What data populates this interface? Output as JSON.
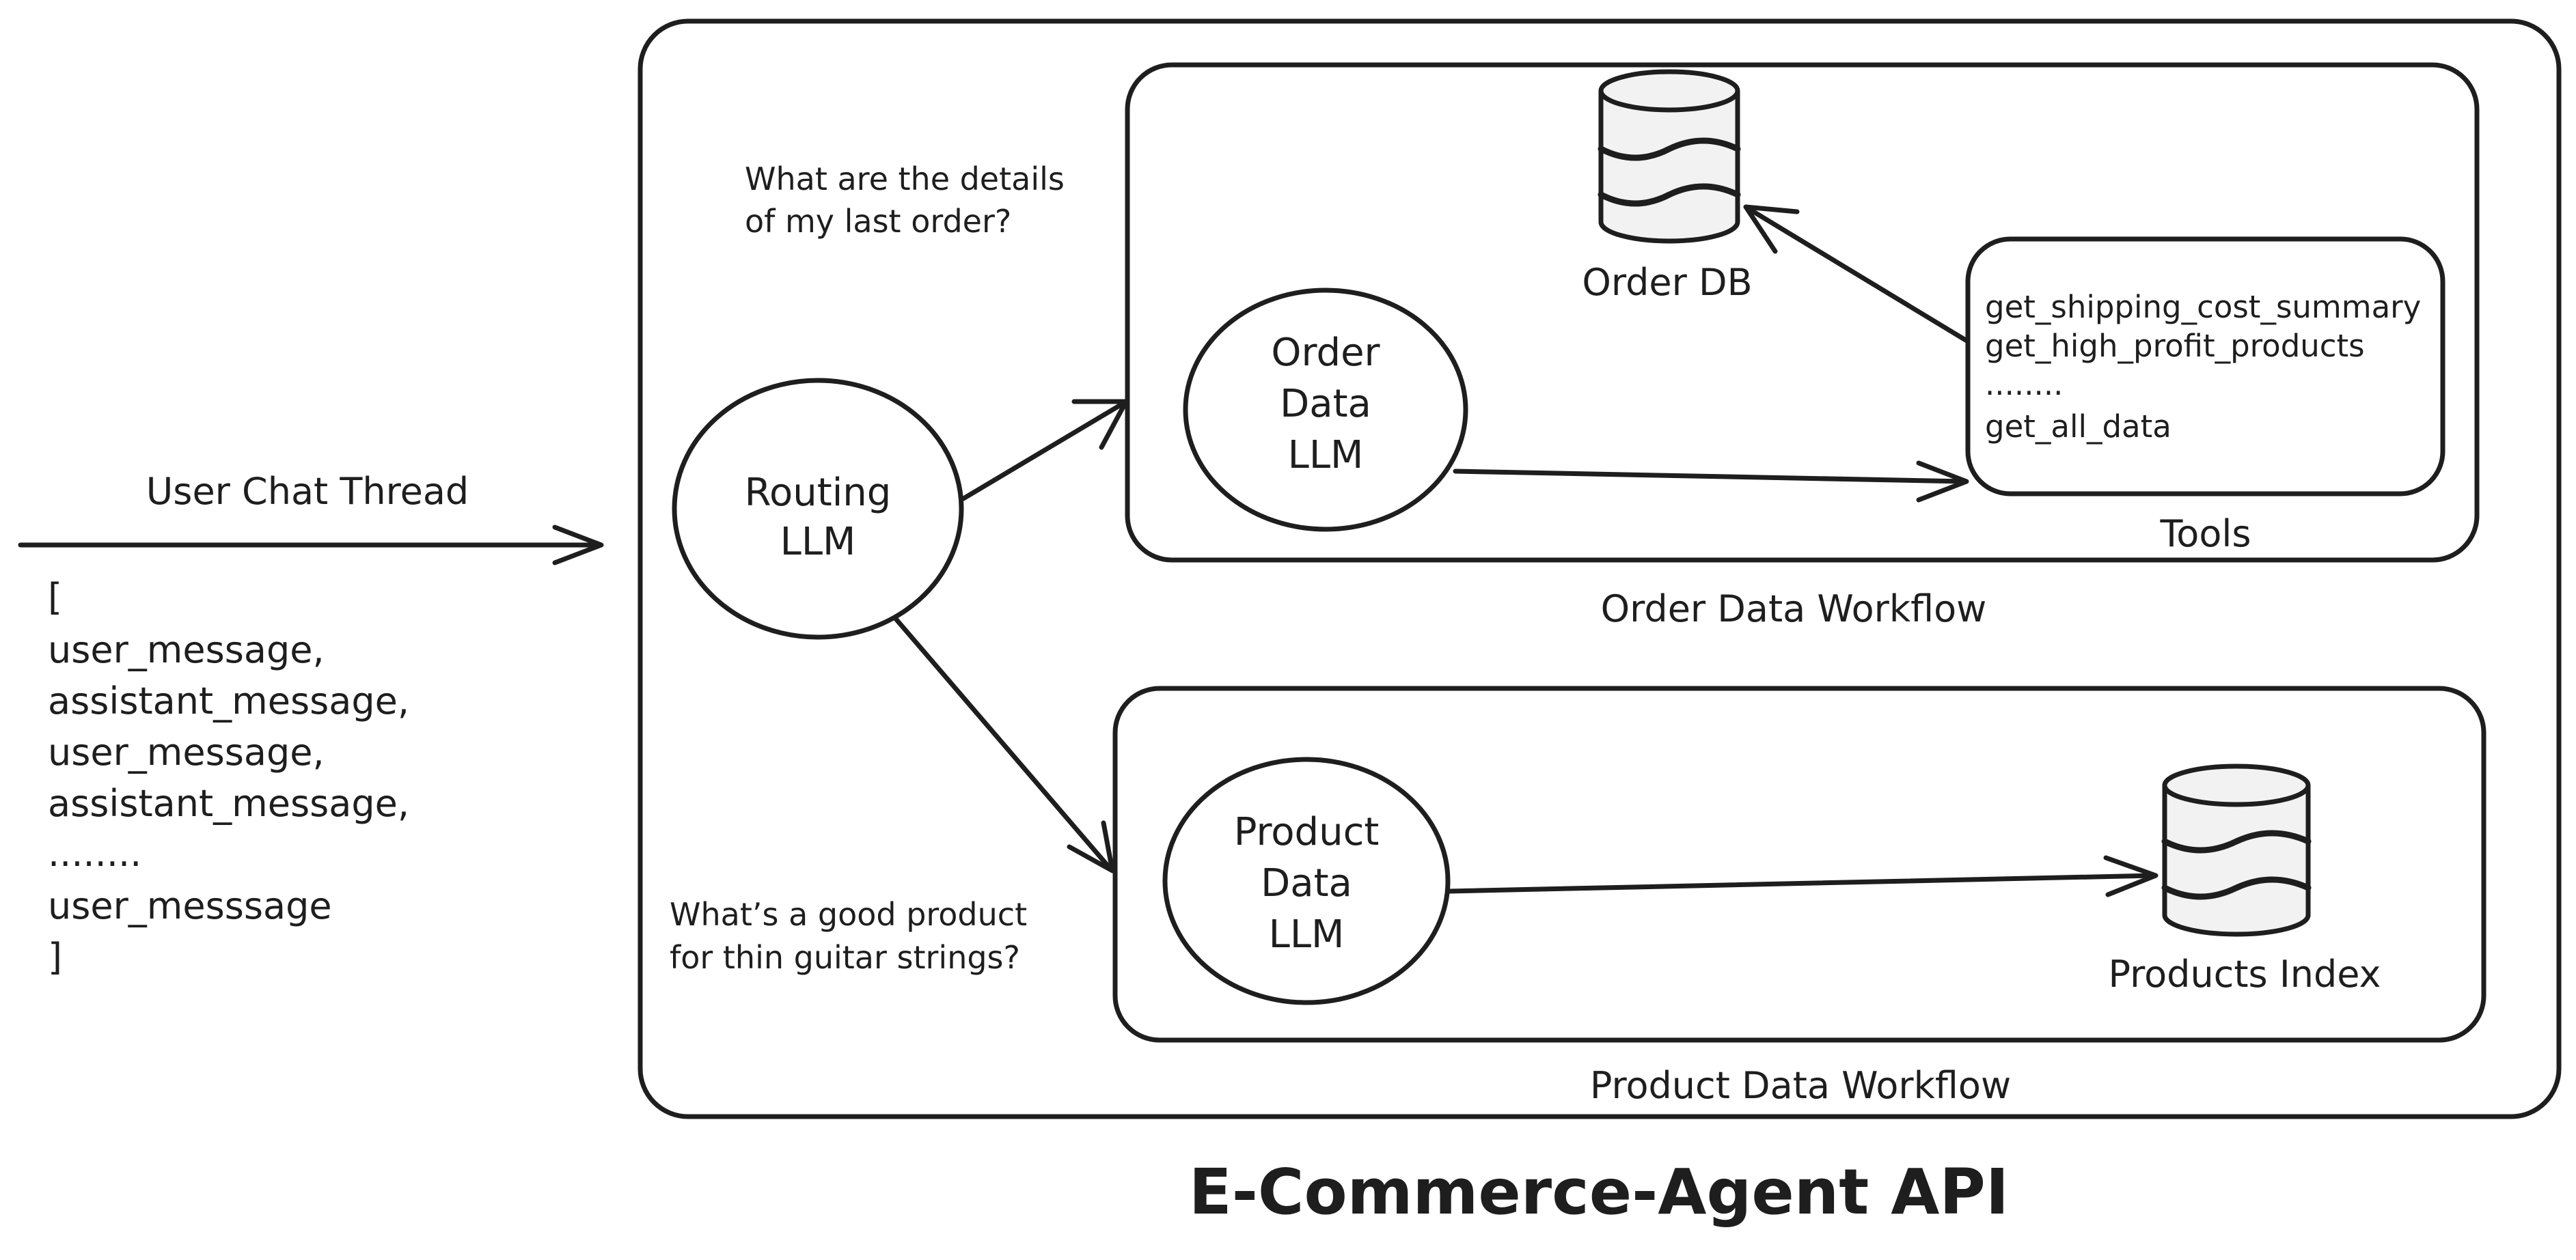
{
  "title": "E-Commerce-Agent API",
  "input": {
    "arrow_label": "User Chat Thread",
    "thread_lines": [
      "[",
      "user_message,",
      "assistant_message,",
      "user_message,",
      "assistant_message,",
      "........",
      "user_messsage",
      "]"
    ]
  },
  "routing": {
    "node_lines": [
      "Routing",
      "LLM"
    ],
    "order_question_lines": [
      "What are the details",
      "of my last order?"
    ],
    "product_question_lines": [
      "What’s a good product",
      "for thin guitar strings?"
    ]
  },
  "order_workflow": {
    "label": "Order Data Workflow",
    "node_lines": [
      "Order",
      "Data",
      "LLM"
    ],
    "db_label": "Order DB",
    "tools_label": "Tools",
    "tools": [
      "get_shipping_cost_summary",
      "get_high_profit_products",
      "........",
      "get_all_data"
    ]
  },
  "product_workflow": {
    "label": "Product Data Workflow",
    "node_lines": [
      "Product",
      "Data",
      "LLM"
    ],
    "index_label": "Products Index"
  }
}
